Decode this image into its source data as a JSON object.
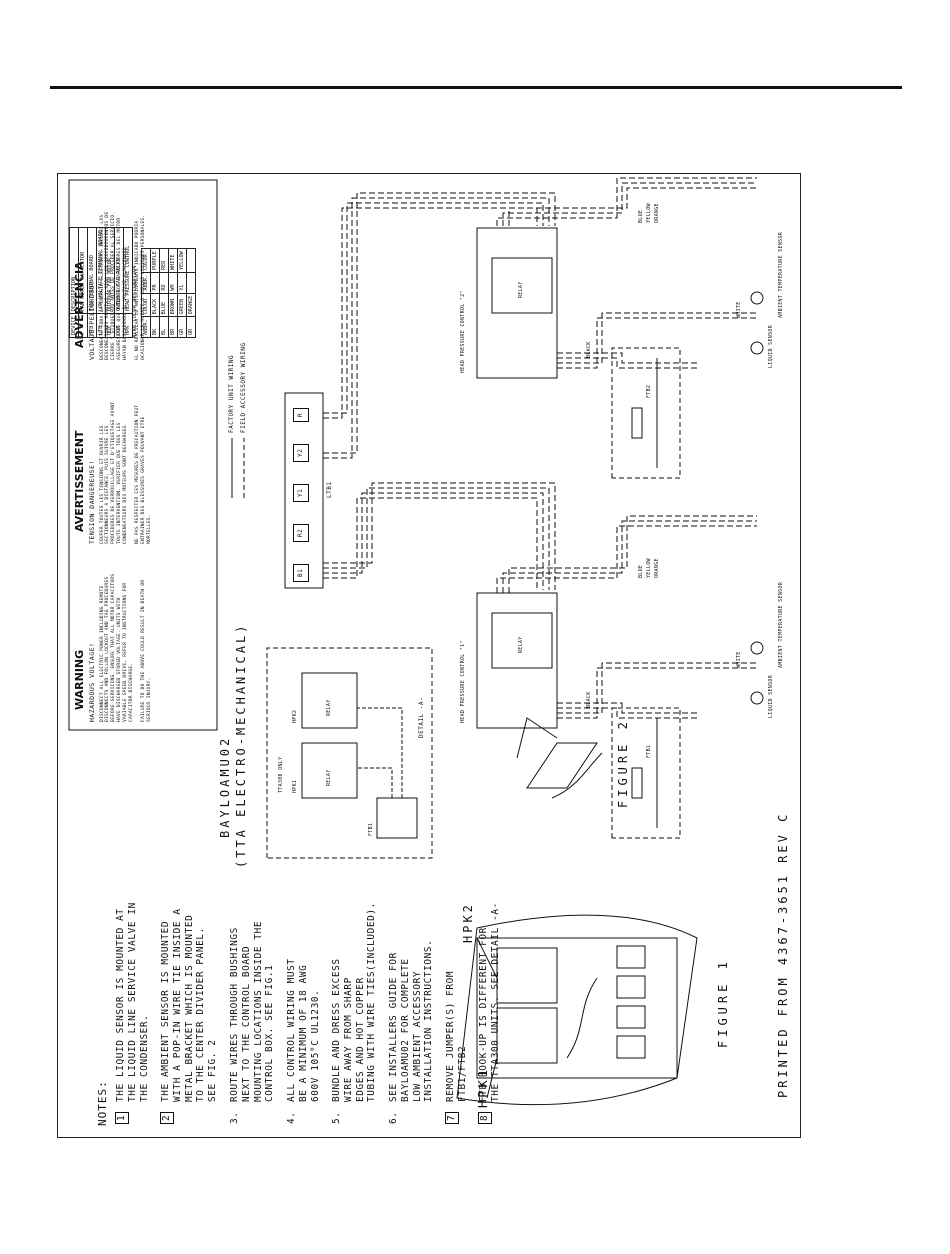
{
  "notes": {
    "heading": "NOTES:",
    "items": [
      {
        "id": "1",
        "marker": "triangle",
        "text": "THE LIQUID SENSOR IS MOUNTED AT\nTHE LIQUID LINE SERVICE VALVE IN\nTHE CONDENSER."
      },
      {
        "id": "2",
        "marker": "triangle",
        "text": "THE AMBIENT SENSOR IS MOUNTED\nWITH A POP-IN WIRE TIE INSIDE A\nMETAL BRACKET WHICH IS MOUNTED\nTO THE CENTER DIVIDER PANEL.\nSEE FIG. 2"
      },
      {
        "id": "3.",
        "marker": "number",
        "text": "ROUTE WIRES THROUGH BUSHINGS\nNEXT TO THE CONTROL BOARD\nMOUNTING LOCATIONS INSIDE THE\nCONTROL BOX. SEE FIG.1"
      },
      {
        "id": "4.",
        "marker": "number",
        "text": "ALL CONTROL WIRING MUST\nBE A MINIMUM OF 18 AWG\n600V 105°C UL1230."
      },
      {
        "id": "5.",
        "marker": "number",
        "text": "BUNDLE AND DRESS EXCESS\nWIRE AWAY FROM SHARP\nEDGES AND HOT COPPER\nTUBING WITH WIRE TIES(INCLUDED)."
      },
      {
        "id": "6.",
        "marker": "number",
        "text": "SEE INSTALLERS GUIDE FOR\nBAYLOAMU02 FOR COMPLETE\nLOW AMBIENT ACCESSORY\nINSTALLATION INSTRUCTIONS."
      },
      {
        "id": "7",
        "marker": "triangle",
        "text": "REMOVE JUMPER(S) FROM\nFTB1/FTB2"
      },
      {
        "id": "8",
        "marker": "triangle",
        "text": "FTB HOOK-UP IS DIFFERENT FOR\nTHE TTA300 UNITS. SEE DETAIL -A-"
      }
    ]
  },
  "kit": {
    "model": "BAYLOAMU02",
    "subtitle": "(TTA ELECTRO-MECHANICAL)"
  },
  "warnings": {
    "en": {
      "title": "WARNING",
      "subtitle": "HAZARDOUS VOLTAGE!",
      "body": "DISCONNECT ALL ELECTRIC POWER INCLUDING REMOTE DISCONNECTS AND FOLLOW LOCKOUT AND TAG PROCEDURES BEFORE SERVICING. ENSURE THAT ALL MOTOR CAPACITORS HAVE DISCHARGED STORED VOLTAGE. UNITS WITH VARIABLE SPEED DRIVE, REFER TO INSTRUCTIONS FOR CAPACITOR DISCHARGE.",
      "footer": "FAILURE TO DO THE ABOVE COULD RESULT IN DEATH OR SERIOUS INJURY."
    },
    "fr": {
      "title": "AVERTISSEMENT",
      "subtitle": "TENSION DANGEREUSE!",
      "body": "COUPER TOUTES LES TENSIONS ET OUVRIR LES SECTIONNEURS A DISTANCE, PUIS SUIVRE LES PROCEDURES DE VERROUILLAGE ET D'ETIQUETAGE AVANT TOUTE INTERVENTION. VERIFIER QUE TOUS LES CONDENSATEURS DES MOTEURS SONT DECHARGES.",
      "footer": "NE PAS RESPECTER CES MESURES DE PRECAUTION PEUT ENTRAINER DES BLESSURES GRAVES POUVANT ETRE MORTELLES."
    },
    "es": {
      "title": "ADVERTENCIA",
      "subtitle": "VOLTAJE PELIGROSO!",
      "body": "DESCONECTE TODA LA ENERGIA ELECTRICA, INCLUSO LAS DESCONEXIONES REMOTAS Y SIGA LOS PROCEDIMIENTOS DE CIERRE Y ETIQUETADO ANTES DE PROCEDER AL SERVICIO. ASEGURESE DE QUE TODOS LOS CAPACITORES DEL MOTOR HAYAN DESCARGADO EL VOLTAJE ALMACENADO.",
      "footer": "EL NO REALIZAR LO ANTERIORMENTE INDICADO PODRIA OCASIONAR LA MUERTE O SERIAS LESIONES PERSONALES."
    }
  },
  "wiring_legend": {
    "factory": "FACTORY UNIT WIRING",
    "field": "FIELD ACCESSORY WIRING"
  },
  "device_table": {
    "headers": [
      "DEVICE",
      "DESCRIPTION"
    ],
    "rows": [
      [
        "F",
        "FAN MOTOR CAPACITOR"
      ],
      [
        "FTB",
        "FAN TERMINAL BOARD"
      ],
      [
        "LTB",
        "LOW VOLTAGE TERMINAL BOARD"
      ],
      [
        "ODF",
        "OUTDOOR FAN MOTOR"
      ],
      [
        "ODF",
        "OUTDOOR FAN RELAY"
      ],
      [
        "HPK",
        "HEAD PRESSURE CONTROL"
      ]
    ]
  },
  "color_table": {
    "title": "WIRE COLOR DESIGNATION",
    "headers": [
      "ABBR.",
      "COLOR",
      "ABBR.",
      "COLOR"
    ],
    "rows": [
      [
        "BK",
        "BLACK",
        "PR",
        "PURPLE"
      ],
      [
        "BL",
        "BLUE",
        "RD",
        "RED"
      ],
      [
        "BR",
        "BROWN",
        "WH",
        "WHITE"
      ],
      [
        "GR",
        "GREEN",
        "YL",
        "YELLOW"
      ],
      [
        "OR",
        "ORANGE",
        "",
        ""
      ]
    ]
  },
  "terminals": {
    "ltb_label": "LTB1",
    "ltb": [
      "B1",
      "R2",
      "Y1",
      "Y2",
      "R"
    ]
  },
  "controls": {
    "left": {
      "title": "HEAD PRESSURE CONTROL \"1\"",
      "relay": "RELAY",
      "ftb": "FTB1"
    },
    "right": {
      "title": "HEAD PRESSURE CONTROL \"2\"",
      "relay": "RELAY",
      "ftb": "FTB2"
    }
  },
  "wire_labels": {
    "blue": "BLUE",
    "yellow": "YELLOW",
    "orange": "ORANGE",
    "white": "WHITE",
    "black": "BLACK",
    "liquid_sensor": "LIQUID SENSOR",
    "ambient_sensor": "AMBIENT TEMPERATURE SENSOR"
  },
  "detail": {
    "title": "DETAIL -A-",
    "note": "TTA300 ONLY",
    "hpk1": "HPK1",
    "hpk2": "HPK2",
    "ftb": "FTB1",
    "relay": "RELAY"
  },
  "figures": {
    "fig1": "FIGURE 1",
    "fig2": "FIGURE 2",
    "hpk1": "HPK1",
    "hpk2": "HPK2"
  },
  "footer": "PRINTED FROM 4367-3651 REV C",
  "colors": {
    "ink": "#111111",
    "paper": "#ffffff"
  }
}
